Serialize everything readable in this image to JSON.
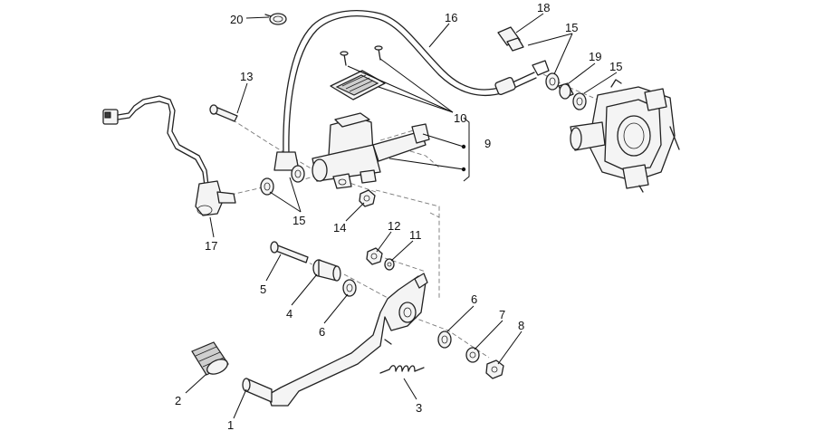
{
  "callouts": [
    {
      "id": "1",
      "text": "1"
    },
    {
      "id": "2",
      "text": "2"
    },
    {
      "id": "3",
      "text": "3"
    },
    {
      "id": "4",
      "text": "4"
    },
    {
      "id": "5",
      "text": "5"
    },
    {
      "id": "6a",
      "text": "6"
    },
    {
      "id": "6b",
      "text": "6"
    },
    {
      "id": "7",
      "text": "7"
    },
    {
      "id": "8",
      "text": "8"
    },
    {
      "id": "9",
      "text": "9"
    },
    {
      "id": "10",
      "text": "10"
    },
    {
      "id": "11",
      "text": "11"
    },
    {
      "id": "12",
      "text": "12"
    },
    {
      "id": "13",
      "text": "13"
    },
    {
      "id": "14",
      "text": "14"
    },
    {
      "id": "15a",
      "text": "15"
    },
    {
      "id": "15b",
      "text": "15"
    },
    {
      "id": "15c",
      "text": "15"
    },
    {
      "id": "16",
      "text": "16"
    },
    {
      "id": "17",
      "text": "17"
    },
    {
      "id": "18",
      "text": "18"
    },
    {
      "id": "19",
      "text": "19"
    },
    {
      "id": "20",
      "text": "20"
    }
  ],
  "colors": {
    "line": "#222222",
    "background": "#ffffff",
    "fill": "#f4f4f4"
  }
}
